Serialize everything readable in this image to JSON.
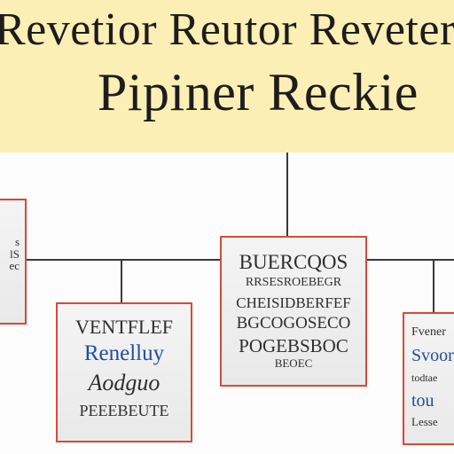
{
  "banner": {
    "line1": "Revetior Reutor Reveter",
    "line2": "Pipiner Reckie"
  },
  "colors": {
    "banner_bg": "#fbefb6",
    "card_border": "#d64a3a",
    "connector": "#3a3a3a",
    "accent_text": "#1f4f9f"
  },
  "cards": {
    "left_edge": {
      "lines": [
        "s",
        "lS",
        "ec"
      ]
    },
    "center": {
      "lines": [
        "BUERCQOS",
        "RRSESROEBEGR",
        "CHEISIDBERFEF",
        "BGCOGOSECO",
        "POGEBSBOC",
        "ВЕОЕС"
      ]
    },
    "left": {
      "lines": [
        "VENTFLEF",
        "Renelluy",
        "Aodguo",
        "PEEEBEUTE"
      ]
    },
    "right": {
      "lines": [
        "Fvener",
        "Svoor",
        "todtae",
        "tou",
        "Lesse"
      ]
    }
  }
}
